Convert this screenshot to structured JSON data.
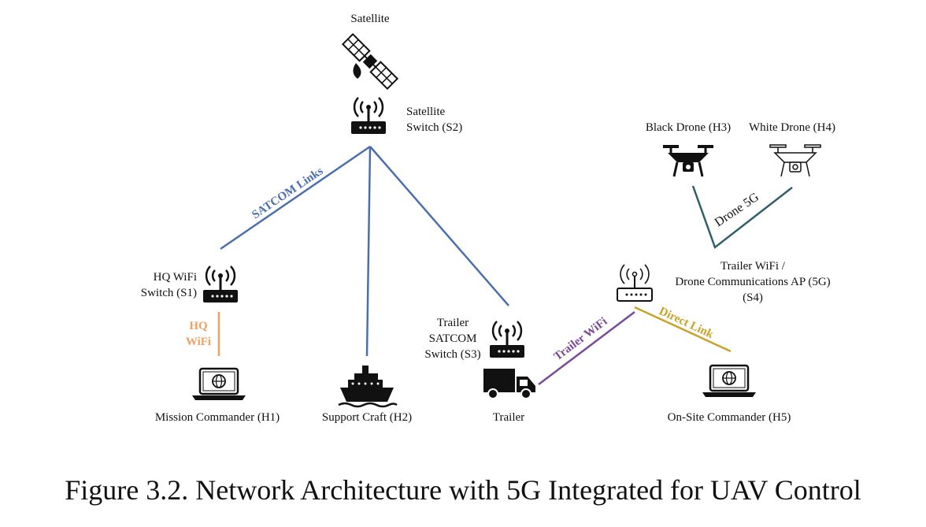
{
  "nodes": {
    "satellite": "Satellite",
    "satellite_switch": [
      "Satellite",
      "Switch (S2)"
    ],
    "hq_switch": [
      "HQ WiFi",
      "Switch (S1)"
    ],
    "trailer_switch": [
      "Trailer",
      "SATCOM",
      "Switch (S3)"
    ],
    "trailer_ap": [
      "Trailer WiFi /",
      "Drone Communications AP  (5G)",
      "(S4)"
    ],
    "black_drone": "Black Drone (H3)",
    "white_drone": "White Drone (H4)",
    "mission_commander": "Mission Commander (H1)",
    "support_craft": "Support Craft (H2)",
    "trailer": "Trailer",
    "onsite_commander": "On-Site Commander (H5)"
  },
  "links": {
    "satcom": "SATCOM Links",
    "hq_wifi": [
      "HQ",
      "WiFi"
    ],
    "trailer_wifi": "Trailer WiFi",
    "direct_link": "Direct Link",
    "drone_5g": "Drone 5G"
  },
  "colors": {
    "satcom": "#4a6fb0",
    "hq_wifi": "#f0a060",
    "trailer_wifi": "#7a4a9a",
    "direct_link": "#c9a227",
    "drone_5g": "#2f5f6a"
  },
  "caption": "Figure 3.2. Network Architecture with 5G Integrated for UAV Control"
}
